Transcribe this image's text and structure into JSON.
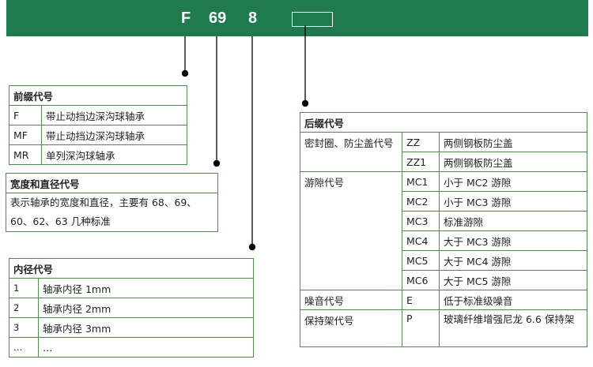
{
  "code_parts": {
    "prefix": "F",
    "width_diameter": "69",
    "bore": "8"
  },
  "prefix_table": {
    "title": "前缀代号",
    "rows": [
      {
        "code": "F",
        "desc": "带止动挡边深沟球轴承"
      },
      {
        "code": "MF",
        "desc": "带止动挡边深沟球轴承"
      },
      {
        "code": "MR",
        "desc": "单列深沟球轴承"
      }
    ]
  },
  "width_table": {
    "title": "宽度和直径代号",
    "desc_line1": "表示轴承的宽度和直径，主要有 68、69、",
    "desc_line2": "60、62、63 几种标准"
  },
  "bore_table": {
    "title": "内径代号",
    "rows": [
      {
        "code": "1",
        "desc": "轴承内径 1mm"
      },
      {
        "code": "2",
        "desc": "轴承内径 2mm"
      },
      {
        "code": "3",
        "desc": "轴承内径 3mm"
      },
      {
        "code": "…",
        "desc": "…"
      }
    ]
  },
  "suffix_table": {
    "title": "后缀代号",
    "seal": {
      "label": "密封圈、防尘盖代号",
      "rows": [
        {
          "code": "ZZ",
          "desc": "两侧钢板防尘盖"
        },
        {
          "code": "ZZ1",
          "desc": "两侧钢板防尘盖"
        }
      ]
    },
    "clearance": {
      "label": "游隙代号",
      "rows": [
        {
          "code": "MC1",
          "desc": "小于 MC2 游隙"
        },
        {
          "code": "MC2",
          "desc": "小于 MC3 游隙"
        },
        {
          "code": "MC3",
          "desc": "标准游隙"
        },
        {
          "code": "MC4",
          "desc": "大于 MC3 游隙"
        },
        {
          "code": "MC5",
          "desc": "大于 MC4 游隙"
        },
        {
          "code": "MC6",
          "desc": "大于 MC5 游隙"
        }
      ]
    },
    "noise": {
      "label": "噪音代号",
      "code": "E",
      "desc": "低于标准级噪音"
    },
    "cage": {
      "label": "保持架代号",
      "code": "P",
      "desc": "玻璃纤维增强尼龙 6.6 保持架"
    }
  }
}
